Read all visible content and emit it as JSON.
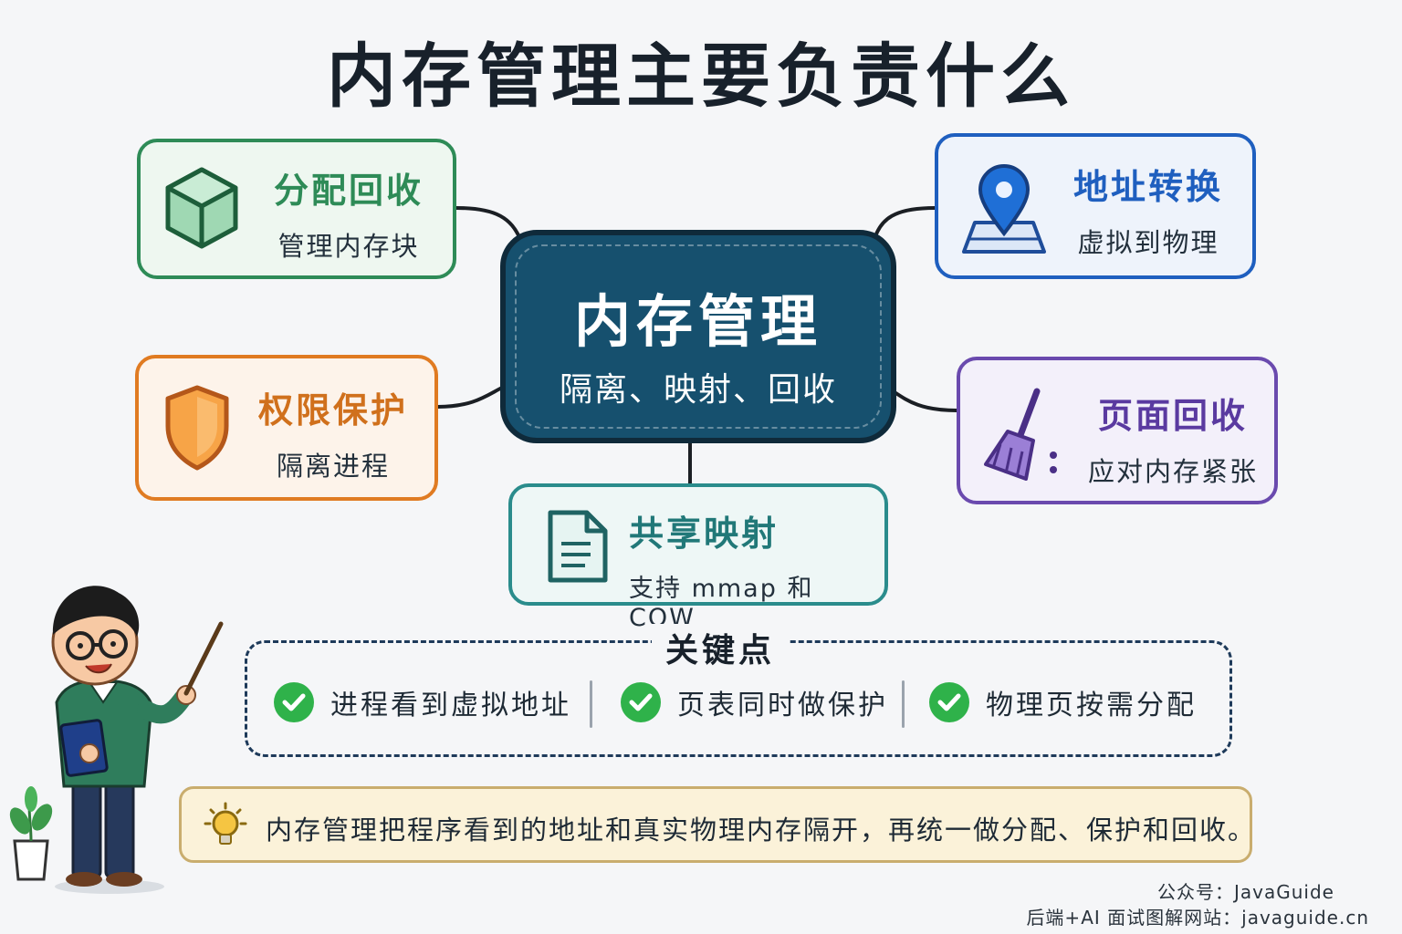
{
  "title": "内存管理主要负责什么",
  "center": {
    "title": "内存管理",
    "subtitle": "隔离、映射、回收"
  },
  "cards": {
    "alloc": {
      "title": "分配回收",
      "subtitle": "管理内存块",
      "icon": "cube-icon",
      "color": "#2e8b57"
    },
    "addr": {
      "title": "地址转换",
      "subtitle": "虚拟到物理",
      "icon": "map-pin-icon",
      "color": "#1f5fbf"
    },
    "perm": {
      "title": "权限保护",
      "subtitle": "隔离进程",
      "icon": "shield-icon",
      "color": "#e07b22"
    },
    "page": {
      "title": "页面回收",
      "subtitle": "应对内存紧张",
      "icon": "broom-icon",
      "color": "#6a4aae"
    },
    "share": {
      "title": "共享映射",
      "subtitle": "支持 mmap 和 COW",
      "icon": "document-icon",
      "color": "#2a8c8c"
    }
  },
  "key_points": {
    "title": "关键点",
    "items": [
      "进程看到虚拟地址",
      "页表同时做保护",
      "物理页按需分配"
    ]
  },
  "tip": "内存管理把程序看到的地址和真实物理内存隔开，再统一做分配、保护和回收。",
  "footer": {
    "line1": "公众号：JavaGuide",
    "line2": "后端+AI 面试图解网站：javaguide.cn"
  }
}
